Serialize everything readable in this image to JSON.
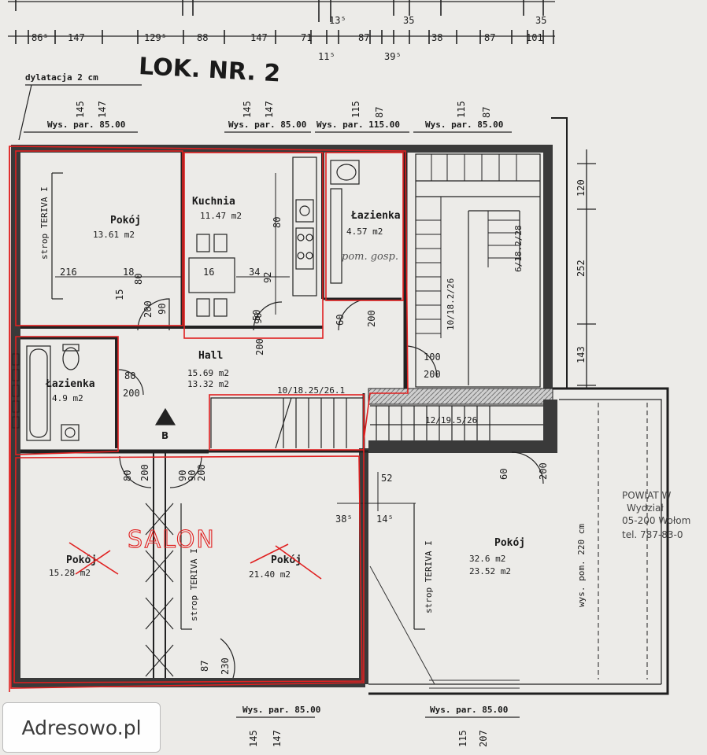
{
  "title_handwritten": "LOK. NR. 2",
  "top_dimensions": [
    "86⁵",
    "147",
    "129⁵",
    "88",
    "147",
    "71",
    "87",
    "38",
    "87",
    "101"
  ],
  "top_sub_dims": [
    "13⁵",
    "35",
    "35",
    "11⁵",
    "39⁵"
  ],
  "heights": {
    "dylatacja": "dylatacja 2 cm",
    "h1": "Wys. par. 85.00",
    "h2": "Wys. par. 85.00",
    "h3": "Wys. par. 115.00",
    "h4": "Wys. par. 85.00",
    "h5": "Wys. par. 85.00",
    "h6": "Wys. par. 85.00"
  },
  "window_dims": [
    "145",
    "147",
    "145",
    "147",
    "115",
    "87",
    "115",
    "87",
    "145",
    "147",
    "115",
    "207"
  ],
  "rooms": {
    "pokoj_nw": {
      "name": "Pokój",
      "area": "13.61 m2",
      "strop": "strop TERIVA I"
    },
    "kuchnia": {
      "name": "Kuchnia",
      "area": "11.47 m2"
    },
    "lazienka_n": {
      "name": "Łazienka",
      "area": "4.57 m2",
      "note": "pom. gosp."
    },
    "lazienka_w": {
      "name": "Łazienka",
      "area": "4.9 m2"
    },
    "hall": {
      "name": "Hall",
      "area1": "15.69 m2",
      "area2": "13.32 m2"
    },
    "pokoj_sw": {
      "name": "Pokój",
      "area": "15.28 m2"
    },
    "pokoj_s": {
      "name": "Pokój",
      "area": "21.40 m2",
      "strop": "strop TERIVA I"
    },
    "pokoj_e": {
      "name": "Pokój",
      "area1": "32.6 m2",
      "area2": "23.52 m2",
      "strop": "strop TERIVA I",
      "vys": "wys. pom. 220 cm"
    }
  },
  "salon_label": "SALON",
  "stairs": [
    "10/18.25/26.1",
    "12/19.5/26",
    "6/18.2/28",
    "10/18.2/26"
  ],
  "inner_dims": [
    "216",
    "18",
    "15",
    "80",
    "16",
    "34",
    "80",
    "90",
    "200",
    "92",
    "90",
    "200",
    "60",
    "200",
    "50",
    "100",
    "200",
    "80",
    "200",
    "38⁵",
    "14⁵",
    "52",
    "60",
    "200",
    "80",
    "200",
    "87",
    "230",
    "90",
    "90",
    "200",
    "B"
  ],
  "right_dims": [
    "120",
    "252",
    "143"
  ],
  "stamp_lines": [
    "POWIAT W",
    "Wydział",
    "05-200 Wołom",
    "tel. 787-83-0"
  ],
  "watermark": "Adresowo.pl"
}
